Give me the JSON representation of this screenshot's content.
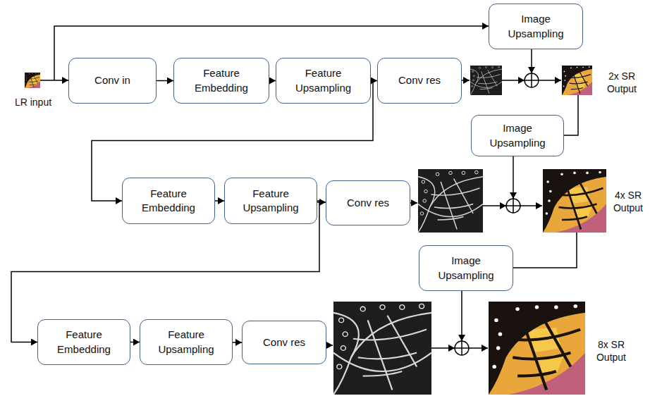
{
  "diagram": {
    "nodes": [
      {
        "text": [
          "Image Upsampling"
        ]
      },
      {
        "text": [
          "Conv in"
        ]
      },
      {
        "text": [
          "Feature Embedding"
        ]
      },
      {
        "text": [
          "Feature Upsampling"
        ]
      },
      {
        "text": [
          "Conv res"
        ]
      },
      {
        "text": [
          "Image Upsampling"
        ]
      },
      {
        "text": [
          "Feature Embedding"
        ]
      },
      {
        "text": [
          "Feature Upsampling"
        ]
      },
      {
        "text": [
          "Conv res"
        ]
      },
      {
        "text": [
          "Image Upsampling"
        ]
      },
      {
        "text": [
          "Feature Embedding"
        ]
      },
      {
        "text": [
          "Feature Upsampling"
        ]
      },
      {
        "text": [
          "Conv res"
        ]
      }
    ],
    "edges": [
      {
        "from": 1,
        "to": 2,
        "arrow": "to"
      },
      {
        "from": 2,
        "to": 3,
        "arrow": "to"
      },
      {
        "from": 3,
        "to": 4,
        "arrow": "to"
      },
      {
        "from": 3,
        "to": 6,
        "arrow": "to"
      },
      {
        "from": 6,
        "to": 7,
        "arrow": "to"
      },
      {
        "from": 7,
        "to": 8,
        "arrow": "to"
      },
      {
        "from": 7,
        "to": 10,
        "arrow": "to"
      },
      {
        "from": 10,
        "to": 11,
        "arrow": "to"
      },
      {
        "from": 11,
        "to": 12,
        "arrow": "to"
      }
    ],
    "labels": [
      "LR input",
      "2x SR Output",
      "4x SR Output",
      "8x SR Output"
    ]
  }
}
